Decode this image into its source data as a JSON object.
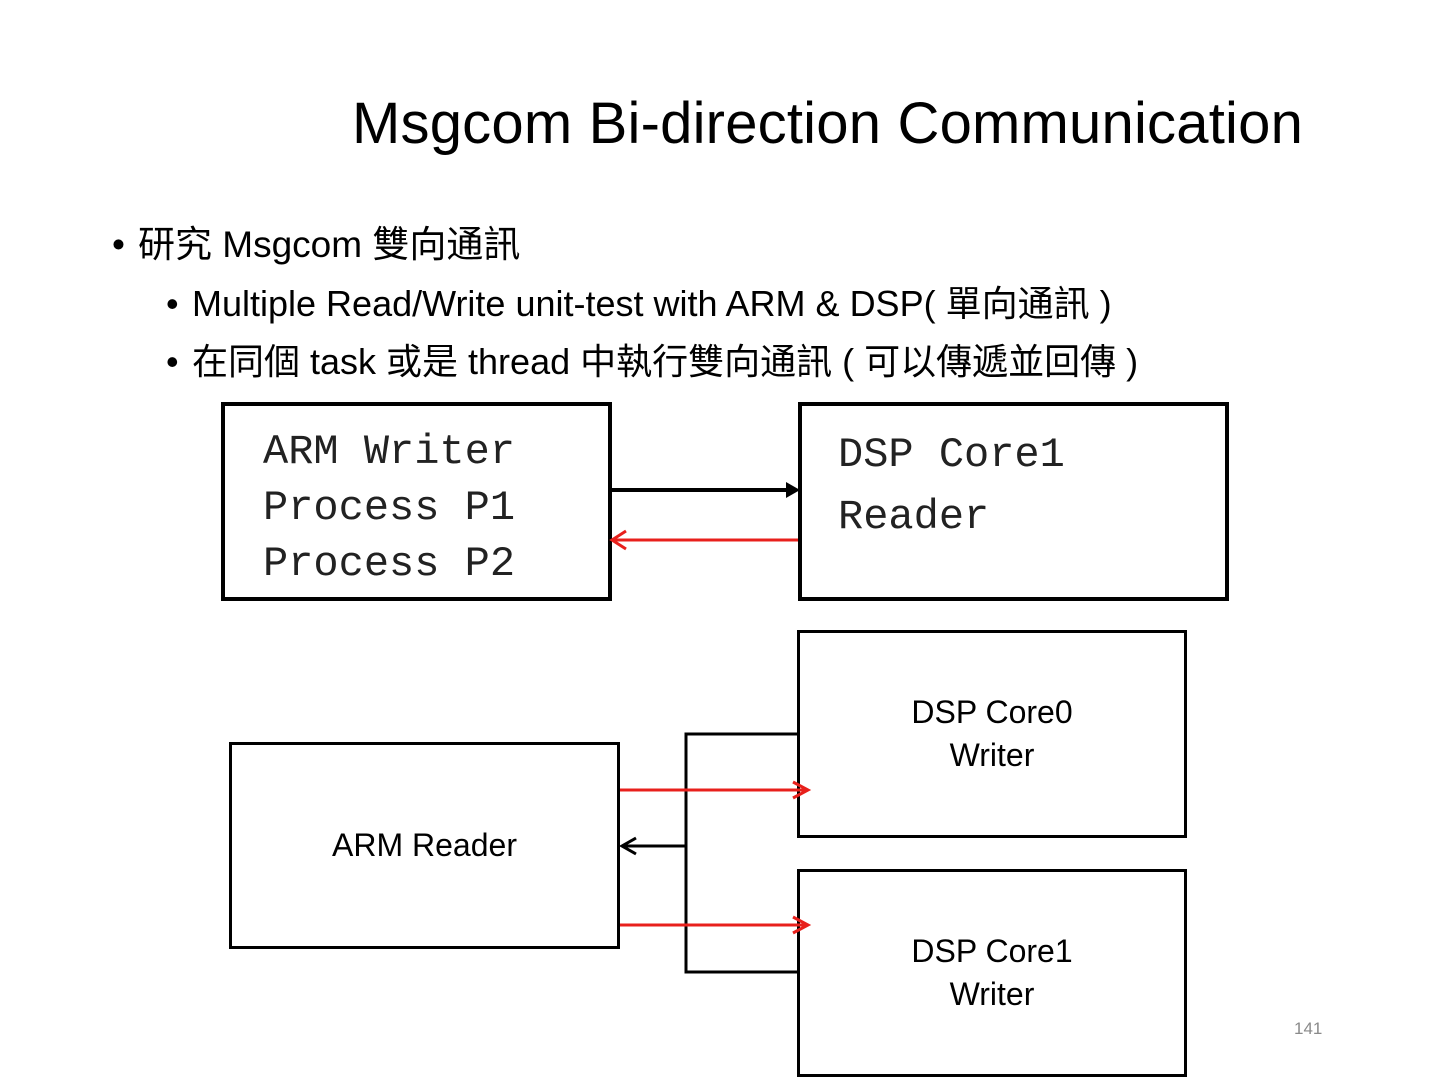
{
  "slide": {
    "title": "Msgcom Bi-direction Communication",
    "bullets": [
      {
        "level": 1,
        "text": "研究 Msgcom 雙向通訊"
      },
      {
        "level": 2,
        "text": "Multiple Read/Write unit-test with ARM & DSP( 單向通訊 )"
      },
      {
        "level": 2,
        "text": "在同個 task 或是 thread 中執行雙向通訊 ( 可以傳遞並回傳 )"
      }
    ],
    "bullet_glyph": "•",
    "page_number": "141"
  },
  "diagram_top": {
    "arm_writer": {
      "lines": [
        "ARM Writer",
        "Process P1",
        "Process P2"
      ]
    },
    "dsp_reader": {
      "lines": [
        "DSP Core1",
        "Reader"
      ]
    },
    "arrows": [
      {
        "from": "arm_writer",
        "to": "dsp_reader",
        "color": "#000000"
      },
      {
        "from": "dsp_reader",
        "to": "arm_writer",
        "color": "#e8201c"
      }
    ]
  },
  "diagram_bottom": {
    "arm_reader": {
      "label": "ARM Reader"
    },
    "dsp_core0_writer": {
      "lines": [
        "DSP Core0",
        "Writer"
      ]
    },
    "dsp_core1_writer": {
      "lines": [
        "DSP Core1",
        "Writer"
      ]
    },
    "arrows": [
      {
        "from": "arm_reader",
        "to": "dsp_core0_writer",
        "color": "#e8201c"
      },
      {
        "from": "dsp_writers",
        "to": "arm_reader",
        "color": "#000000"
      },
      {
        "from": "arm_reader",
        "to": "dsp_core1_writer",
        "color": "#e8201c"
      }
    ]
  },
  "colors": {
    "line": "#000000",
    "accent": "#e8201c",
    "page_number": "#8a8a8a"
  }
}
